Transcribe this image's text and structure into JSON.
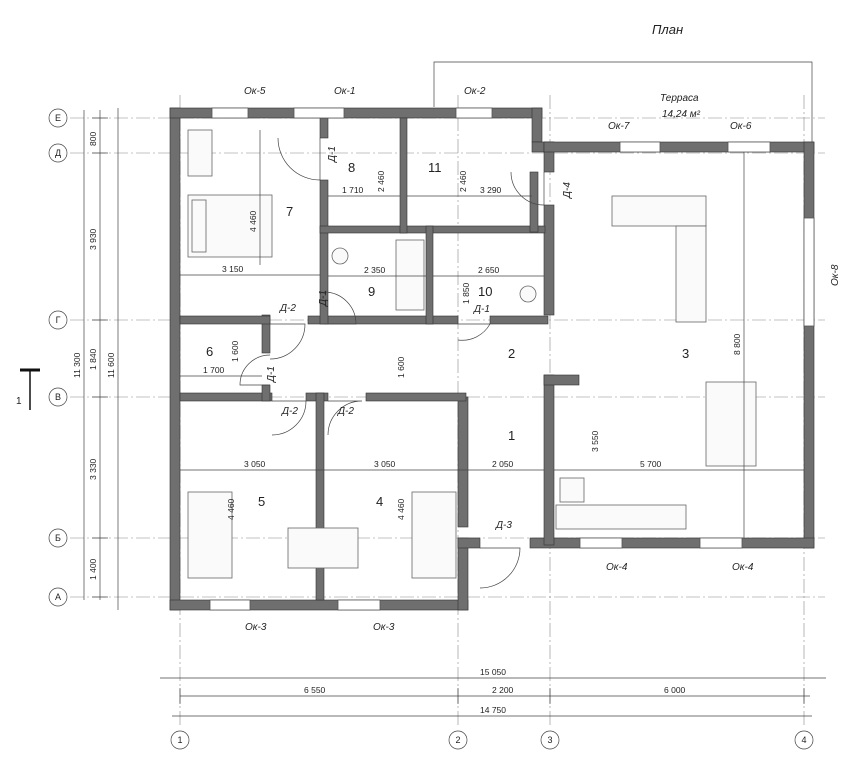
{
  "title": "План",
  "terrace": {
    "name": "Терраса",
    "area": "14,24 м²"
  },
  "rooms": [
    {
      "id": "1",
      "label": "1"
    },
    {
      "id": "2",
      "label": "2"
    },
    {
      "id": "3",
      "label": "3"
    },
    {
      "id": "4",
      "label": "4"
    },
    {
      "id": "5",
      "label": "5"
    },
    {
      "id": "6",
      "label": "6"
    },
    {
      "id": "7",
      "label": "7"
    },
    {
      "id": "8",
      "label": "8"
    },
    {
      "id": "9",
      "label": "9"
    },
    {
      "id": "10",
      "label": "10"
    },
    {
      "id": "11",
      "label": "11"
    }
  ],
  "windows": [
    "Ок-5",
    "Ок-1",
    "Ок-2",
    "Ок-7",
    "Ок-6",
    "Ок-8",
    "Ок-3",
    "Ок-3",
    "Ок-4",
    "Ок-4"
  ],
  "doors": [
    "Д-1",
    "Д-1",
    "Д-1",
    "Д-1",
    "Д-2",
    "Д-2",
    "Д-2",
    "Д-3",
    "Д-4"
  ],
  "interior_dims": [
    "4 460",
    "3 150",
    "1 710",
    "2 460",
    "2 460",
    "3 290",
    "2 350",
    "2 650",
    "1 850",
    "1 600",
    "1 700",
    "1 600",
    "3 050",
    "3 050",
    "4 460",
    "4 460",
    "2 050",
    "3 550",
    "5 700",
    "8 800"
  ],
  "overall_dims": [
    "15 050",
    "6 550",
    "2 200",
    "6 000",
    "14 750"
  ],
  "left_dims": [
    "800",
    "3 930",
    "1 840",
    "3 330",
    "1 400",
    "11 300",
    "11 600"
  ],
  "axes_letters": [
    "Е",
    "Д",
    "Г",
    "В",
    "Б",
    "А"
  ],
  "axes_numbers": [
    "1",
    "2",
    "3",
    "4"
  ],
  "section_mark": "1"
}
